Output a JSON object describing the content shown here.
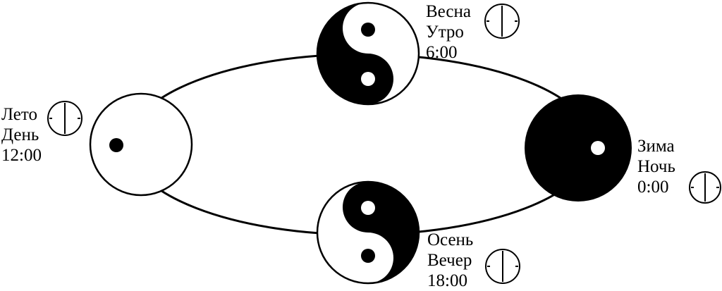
{
  "colors": {
    "ink": "#000000",
    "paper": "#ffffff"
  },
  "nodes": {
    "spring": {
      "season": "Весна",
      "time_of_day": "Утро",
      "time": "6:00"
    },
    "summer": {
      "season": "Лето",
      "time_of_day": "День",
      "time": "12:00"
    },
    "winter": {
      "season": "Зима",
      "time_of_day": "Ночь",
      "time": "0:00"
    },
    "autumn": {
      "season": "Осень",
      "time_of_day": "Вечер",
      "time": "18:00"
    }
  }
}
